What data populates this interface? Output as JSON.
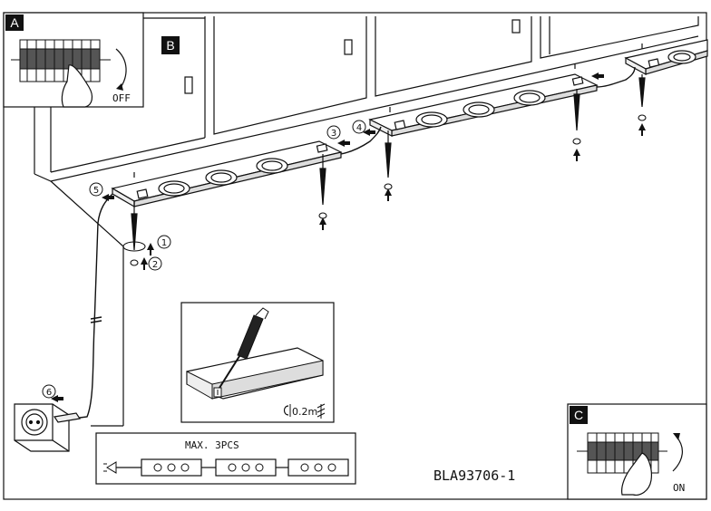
{
  "panels": {
    "a": {
      "letter": "A",
      "state_label": "OFF"
    },
    "b": {
      "letter": "B"
    },
    "c": {
      "letter": "C",
      "state_label": "ON"
    }
  },
  "steps": [
    "1",
    "2",
    "3",
    "4",
    "5",
    "6"
  ],
  "detail": {
    "clearance_label": "0.2m"
  },
  "chain": {
    "max_label": "MAX. 3PCS"
  },
  "model_code": "BLA93706-1"
}
